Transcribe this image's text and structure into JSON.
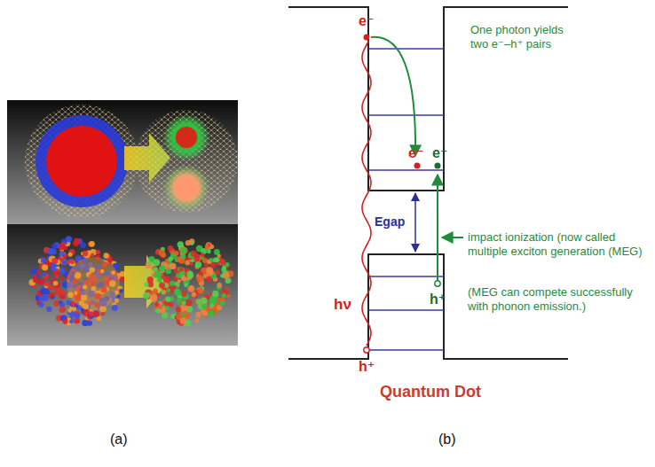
{
  "diagram": {
    "labels": [
      "e⁻",
      "e⁻",
      "e⁻",
      "hν",
      "Egap",
      "h⁺",
      "h⁺",
      "One photon yields two e⁻–h⁺ pairs",
      "impact ionization (now called multiple exciton generation (MEG)",
      "(MEG can compete successfully with phonon emission.)",
      "Quantum Dot",
      "(a)",
      "(b)"
    ]
  }
}
